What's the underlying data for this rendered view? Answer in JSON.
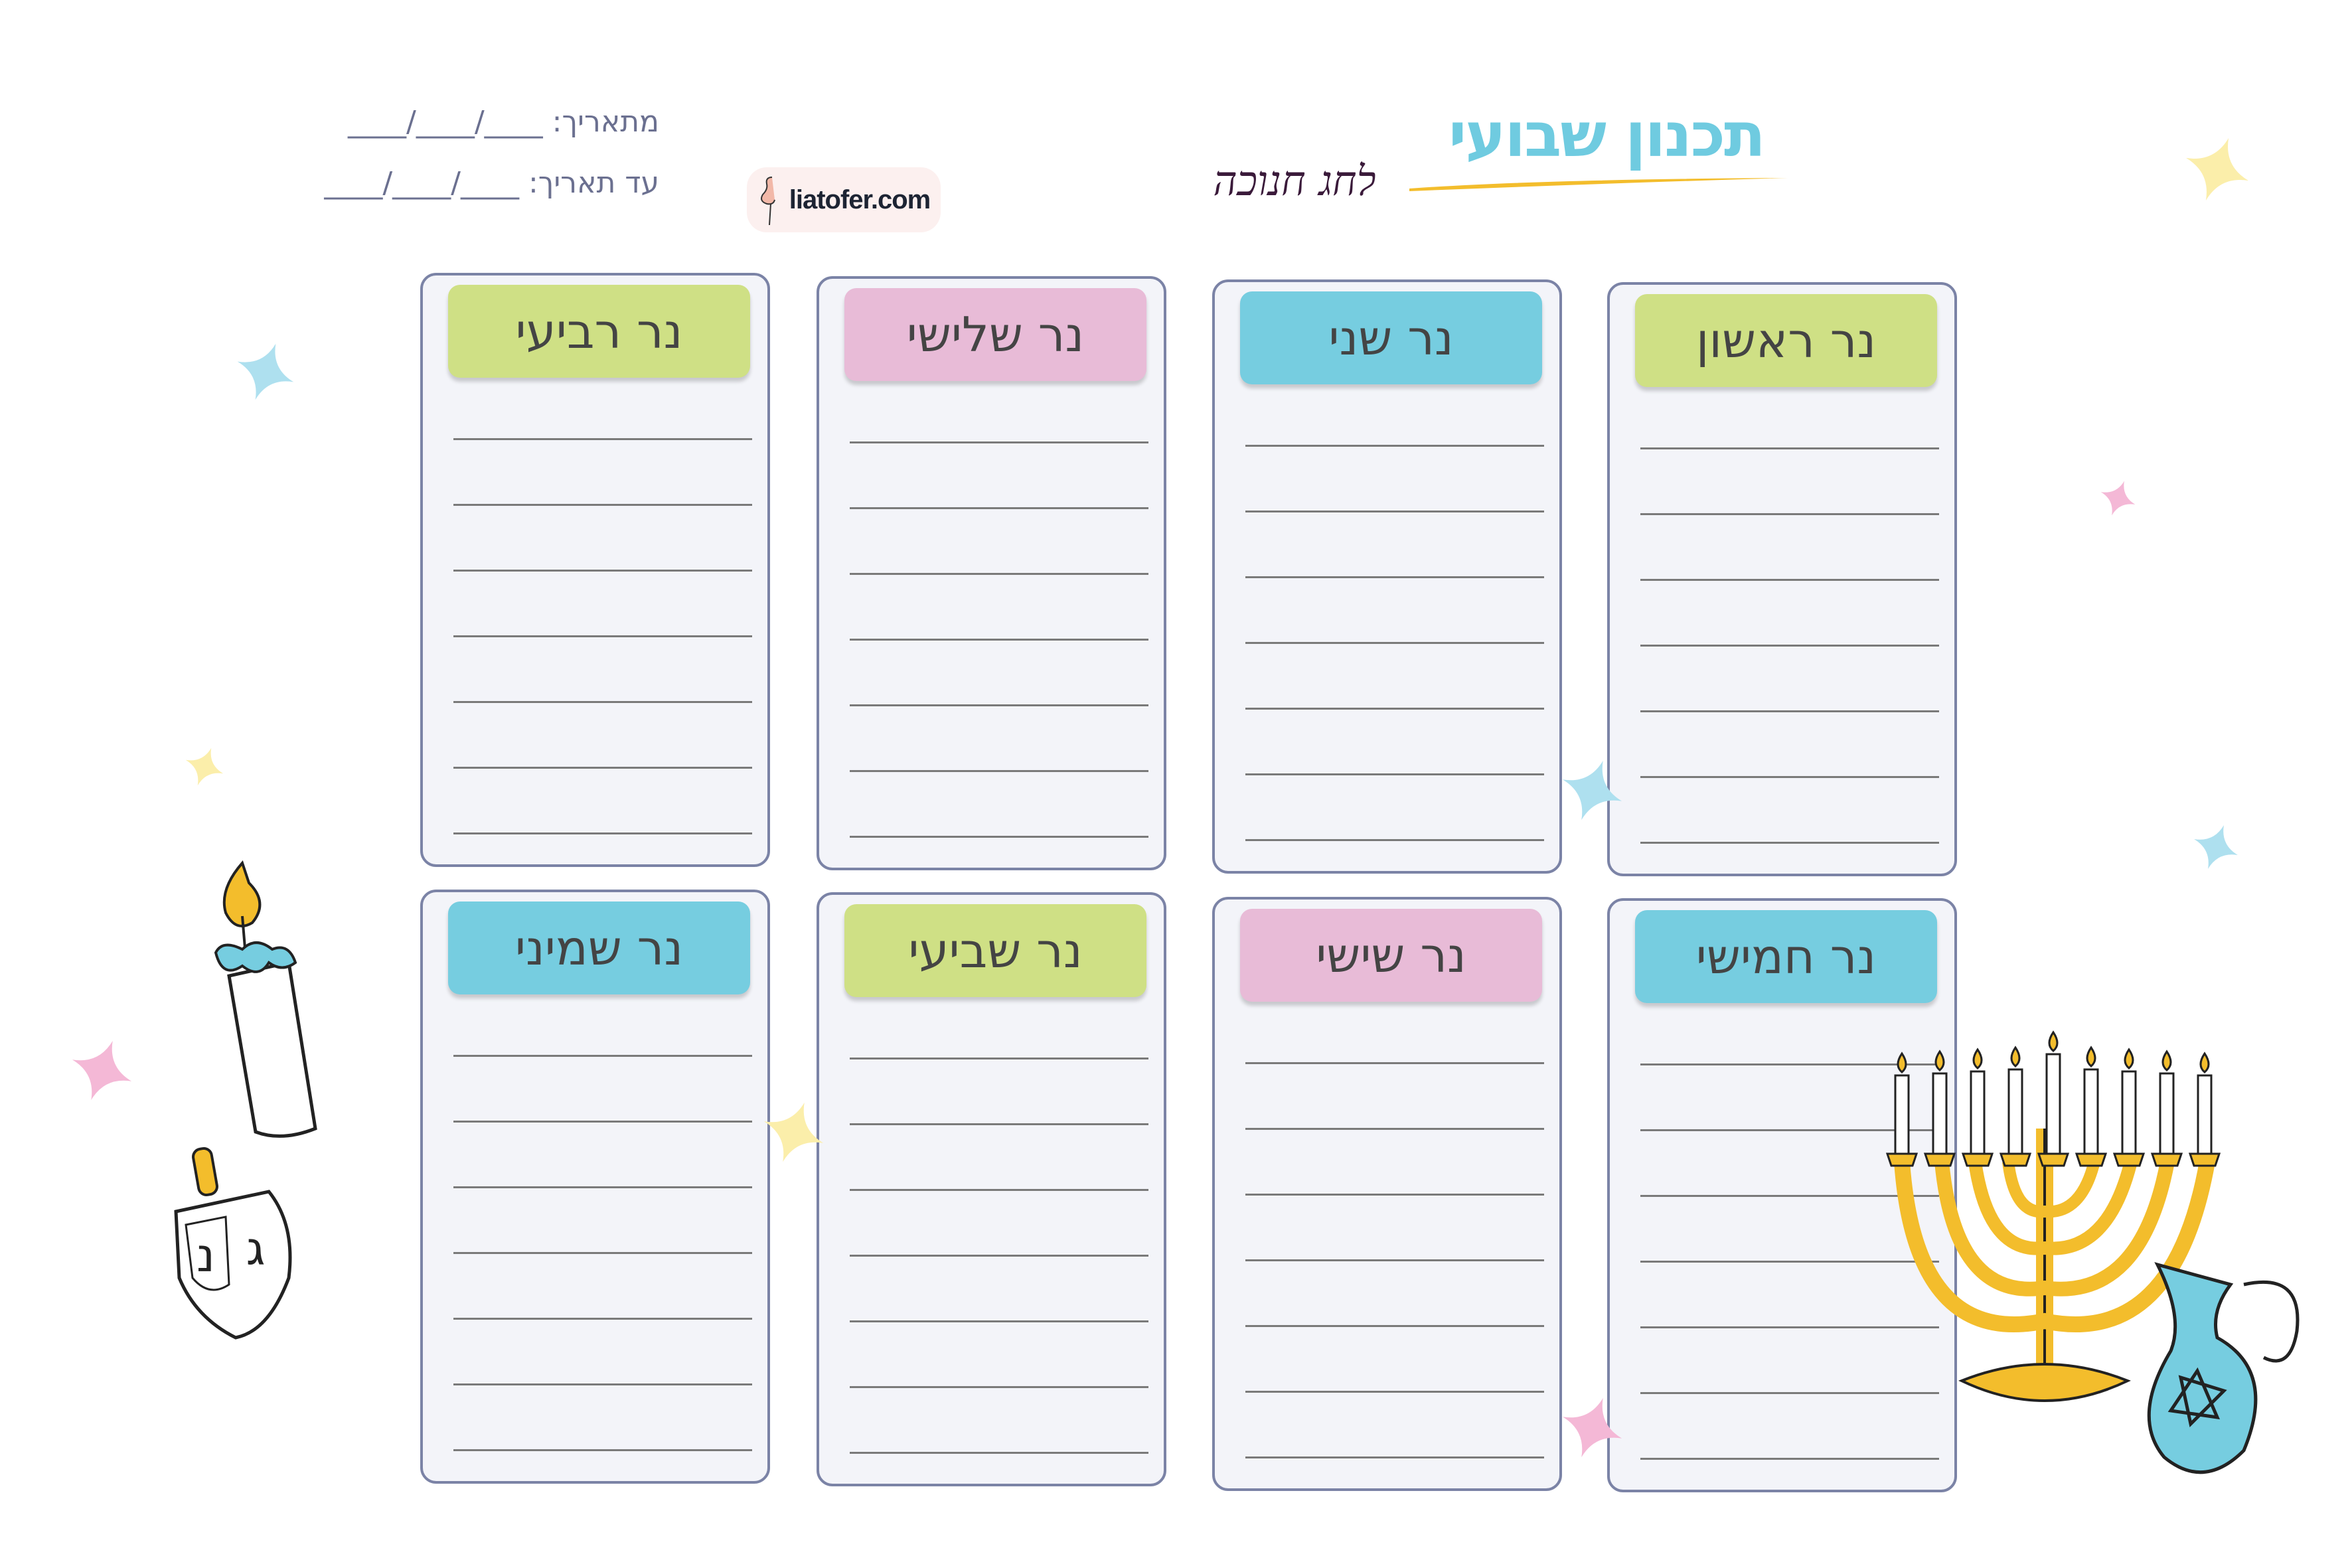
{
  "header": {
    "title": "תכנון שבועי",
    "subtitle": "לחג חנוכה",
    "logo_text": "liatofer.com",
    "from_date": "מתאריך: ____/____/____",
    "to_date": "עד תאריך: ____/____/____"
  },
  "colors": {
    "green": "#cfe085",
    "pink": "#e8bbd7",
    "blue": "#76cde0",
    "title": "#6fcbe0",
    "accent": "#f3bd2c"
  },
  "lines_per_day": 7,
  "days": [
    {
      "label": "נר ראשון",
      "color": "green"
    },
    {
      "label": "נר שני",
      "color": "blue"
    },
    {
      "label": "נר שלישי",
      "color": "pink"
    },
    {
      "label": "נר רביעי",
      "color": "green"
    },
    {
      "label": "נר חמישי",
      "color": "blue"
    },
    {
      "label": "נר שישי",
      "color": "pink"
    },
    {
      "label": "נר שביעי",
      "color": "green"
    },
    {
      "label": "נר שמיני",
      "color": "blue"
    }
  ],
  "decorations": [
    "menorah-icon",
    "oil-jug-icon",
    "candle-icon",
    "dreidel-icon",
    "star-icon"
  ]
}
